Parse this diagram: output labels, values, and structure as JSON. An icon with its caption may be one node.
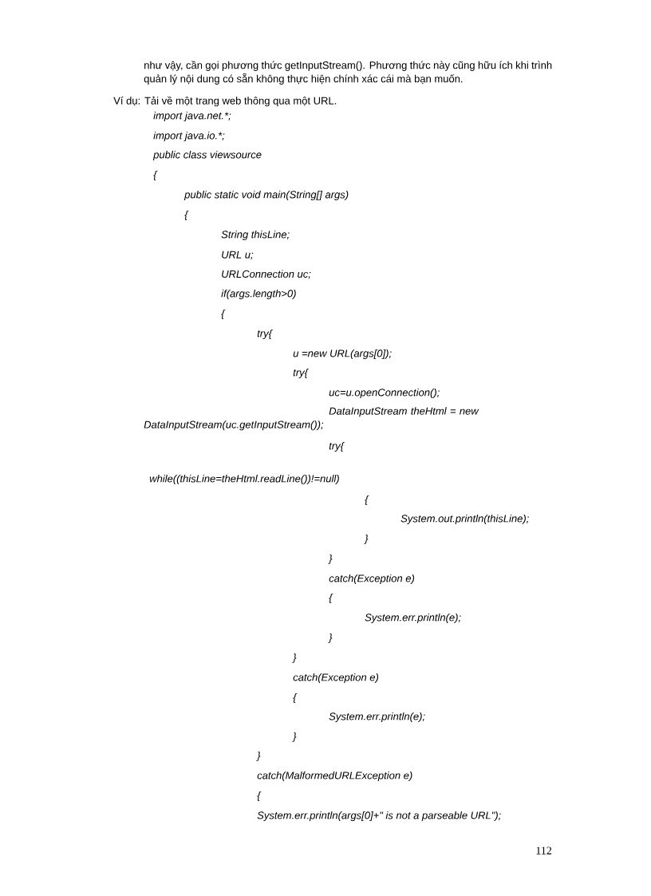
{
  "diagram": {
    "labels": [
      "như vậy, cần gọi phương thức getInputStream(). Phương thức này cũng hữu ích khi trình quản lý nội dung có sẵn không thực hiện chính xác cái mà bạn muốn.",
      "Ví dụ: Tải về một trang web thông qua một URL.",
      "import java.net.*;",
      "import java.io.*;",
      "public class viewsource",
      "{",
      "public static void main(String[] args)",
      "{",
      "String thisLine;",
      "URL u;",
      "URLConnection uc;",
      "if(args.length>0)",
      "{",
      "try{",
      "u =new URL(args[0]);",
      "try{",
      "uc=u.openConnection();",
      "DataInputStream theHtml = new DataInputStream(uc.getInputStream());",
      "try{",
      "while((thisLine=theHtml.readLine())!=null)",
      "{",
      "System.out.println(thisLine);",
      "}",
      "}",
      "catch(Exception e)",
      "{",
      "System.err.println(e);",
      "}",
      "}",
      "catch(Exception e)",
      "{",
      "System.err.println(e);",
      "}",
      "}",
      "catch(MalformedURLException e)",
      "{",
      "System.err.println(args[0]+\" is not a parseable URL\");",
      "112"
    ]
  }
}
